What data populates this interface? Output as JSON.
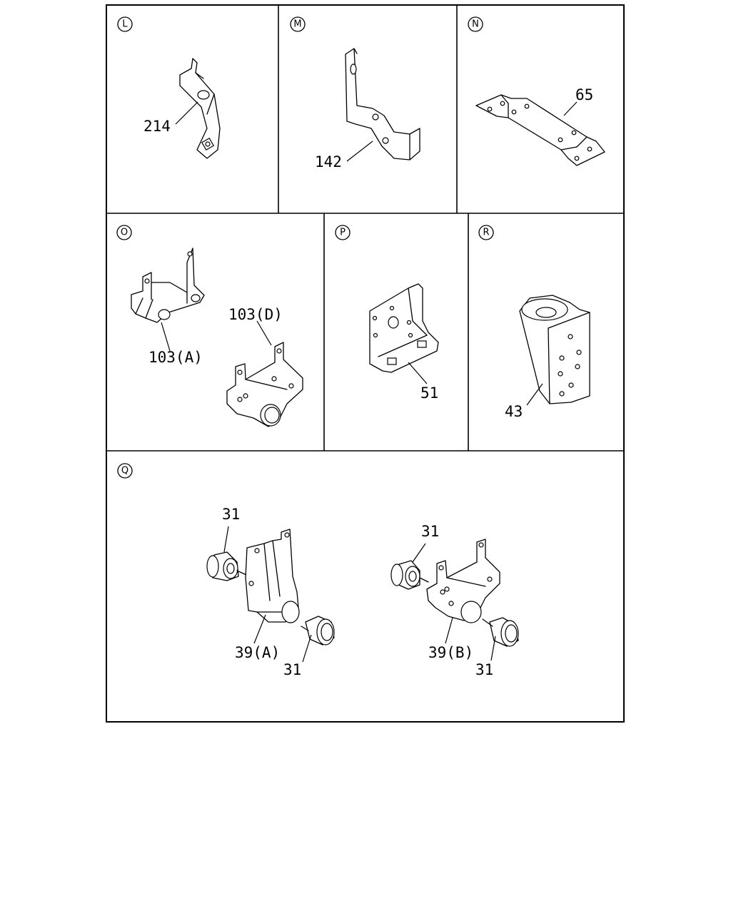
{
  "panels": {
    "L": {
      "letter": "L",
      "parts": [
        "214"
      ]
    },
    "M": {
      "letter": "M",
      "parts": [
        "142"
      ]
    },
    "N": {
      "letter": "N",
      "parts": [
        "65"
      ]
    },
    "O": {
      "letter": "O",
      "parts": [
        "103(D)",
        "103(A)"
      ]
    },
    "P": {
      "letter": "P",
      "parts": [
        "51"
      ]
    },
    "R": {
      "letter": "R",
      "parts": [
        "43"
      ]
    },
    "Q": {
      "letter": "Q",
      "parts": [
        "31",
        "31",
        "39(A)",
        "31",
        "39(B)",
        "31"
      ]
    }
  }
}
